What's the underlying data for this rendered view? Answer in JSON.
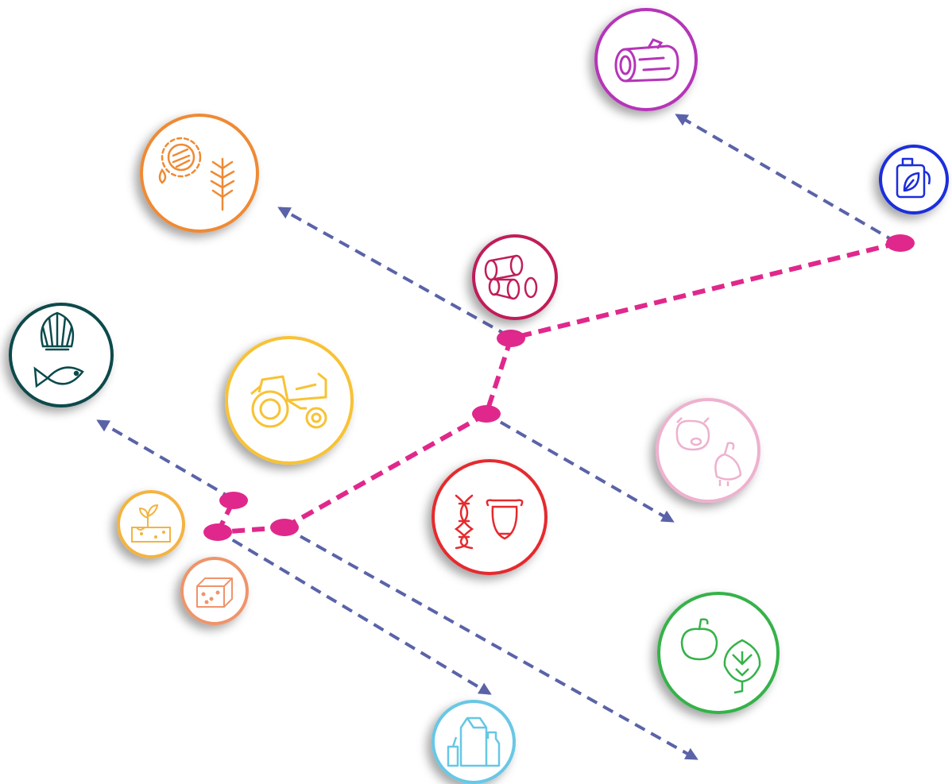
{
  "colors": {
    "magenta_path": "#e0288c",
    "blue_arrow": "#5a63a8",
    "node": "#e0288c",
    "log": "#b535b8",
    "canister": "#1a2ddb",
    "sunflower_wheat": "#ef8a34",
    "hay_bales": "#c01e5a",
    "shell_fish": "#0c4a4c",
    "tractor": "#f7c234",
    "pig_chicken": "#eeb1cf",
    "dna_cow": "#e52a2e",
    "apple_artichoke": "#36b24a",
    "sprout_soil": "#f4b340",
    "sponge": "#ef946a",
    "dairy": "#67c7e5"
  },
  "icons": [
    {
      "name": "log-icon",
      "color_key": "log"
    },
    {
      "name": "bio-canister-icon",
      "color_key": "canister"
    },
    {
      "name": "sunflower-wheat-icon",
      "color_key": "sunflower_wheat"
    },
    {
      "name": "hay-bales-icon",
      "color_key": "hay_bales"
    },
    {
      "name": "shell-fish-icon",
      "color_key": "shell_fish"
    },
    {
      "name": "tractor-icon",
      "color_key": "tractor"
    },
    {
      "name": "pig-chicken-icon",
      "color_key": "pig_chicken"
    },
    {
      "name": "dna-cow-icon",
      "color_key": "dna_cow"
    },
    {
      "name": "apple-artichoke-icon",
      "color_key": "apple_artichoke"
    },
    {
      "name": "sprout-soil-icon",
      "color_key": "sprout_soil"
    },
    {
      "name": "sponge-icon",
      "color_key": "sponge"
    },
    {
      "name": "dairy-products-icon",
      "color_key": "dairy"
    }
  ]
}
